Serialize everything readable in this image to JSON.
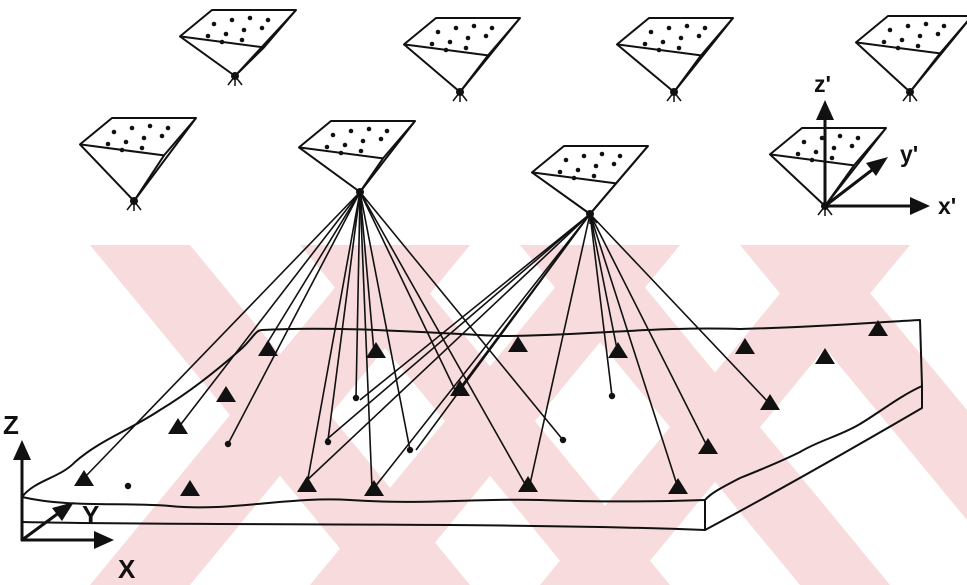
{
  "watermark_color": "#f6cfd2",
  "ink_color": "#111111",
  "axes_ground": {
    "z_label": "Z",
    "y_label": "Y",
    "x_label": "X"
  },
  "axes_camera": {
    "z_label": "z'",
    "y_label": "y'",
    "x_label": "x'"
  }
}
